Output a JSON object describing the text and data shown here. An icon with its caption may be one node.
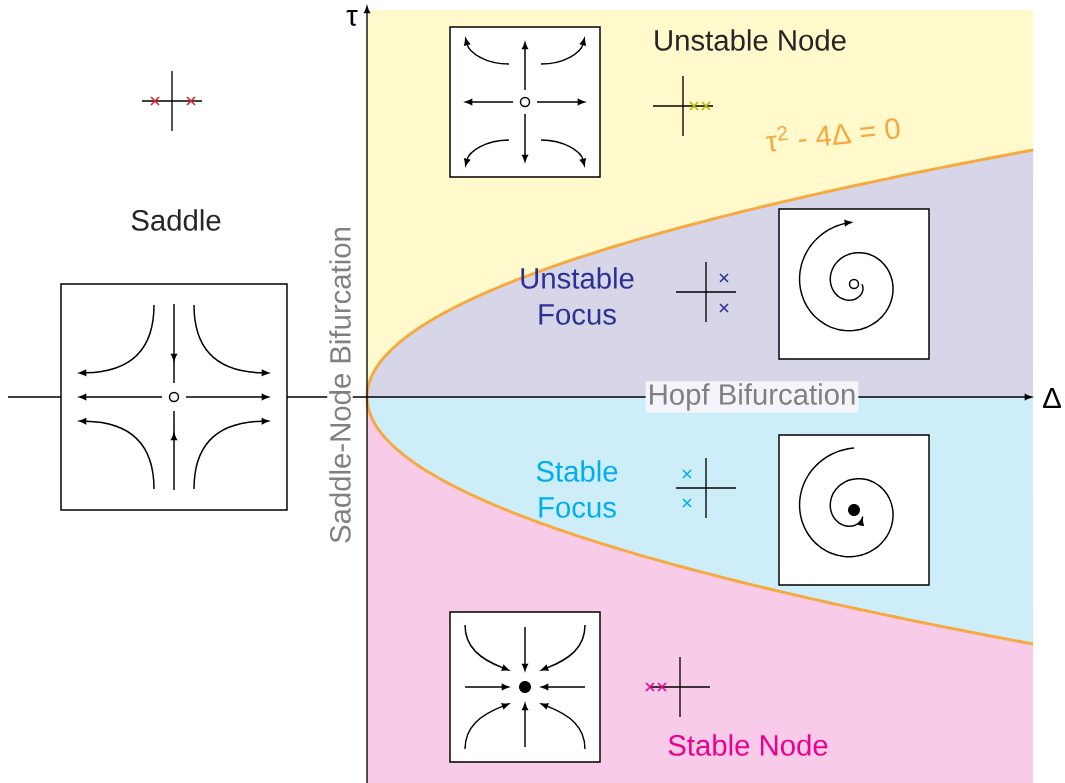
{
  "diagram": {
    "labels": [
      "τ",
      "Unstable Node",
      "τ$^{2}$ - 4Δ = 0",
      "Saddle",
      "Unstable Focus",
      "Saddle-Node Bifurcation",
      "Hopf Bifurcation",
      "Δ",
      "Stable Focus",
      "Stable Node"
    ]
  }
}
